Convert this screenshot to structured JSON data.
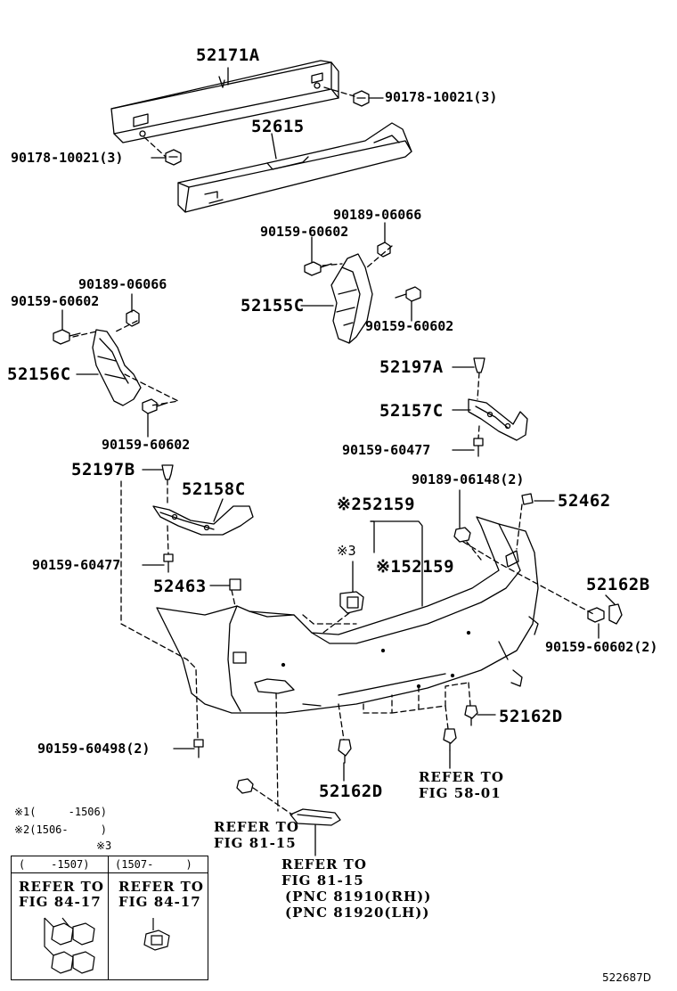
{
  "parts": {
    "p52171A": "52171A",
    "p90178_r": "90178-10021(3)",
    "p52615": "52615",
    "p90178_l": "90178-10021(3)",
    "p90189_06066_r": "90189-06066",
    "p90159_60602_rt": "90159-60602",
    "p52155C": "52155C",
    "p90159_60602_rb": "90159-60602",
    "p90189_06066_l": "90189-06066",
    "p90159_60602_lt": "90159-60602",
    "p52156C": "52156C",
    "p90159_60602_lb": "90159-60602",
    "p52197A": "52197A",
    "p52157C": "52157C",
    "p90159_60477_r": "90159-60477",
    "p52197B": "52197B",
    "p52158C": "52158C",
    "p90159_60477_l": "90159-60477",
    "p90189_06148": "90189-06148(2)",
    "p52462": "52462",
    "p52159_a": "※252159",
    "p52159_b": "※152159",
    "mark3": "※3",
    "p52463": "52463",
    "p52162B": "52162B",
    "p90159_60602_2": "90159-60602(2)",
    "p52162D_r": "52162D",
    "p90159_60498": "90159-60498(2)",
    "p52162D_b": "52162D"
  },
  "refs": {
    "fig5801_a": "REFER TO",
    "fig5801_b": "FIG 58-01",
    "fig8115a_a": "REFER TO",
    "fig8115a_b": "FIG 81-15",
    "fig8115b_a": "REFER TO",
    "fig8115b_b": "FIG 81-15",
    "pnc_rh": "(PNC 81910(RH))",
    "pnc_lh": "(PNC 81920(LH))"
  },
  "notes": {
    "n1": "※1(     -1506)",
    "n2": "※2(1506-     )",
    "n3": "※3"
  },
  "inset": {
    "col1_header": "(    -1507)",
    "col2_header": "(1507-     )",
    "col1_ref_a": "REFER TO",
    "col1_ref_b": "FIG 84-17",
    "col2_ref_a": "REFER TO",
    "col2_ref_b": "FIG 84-17"
  },
  "diagram_id": "522687D"
}
